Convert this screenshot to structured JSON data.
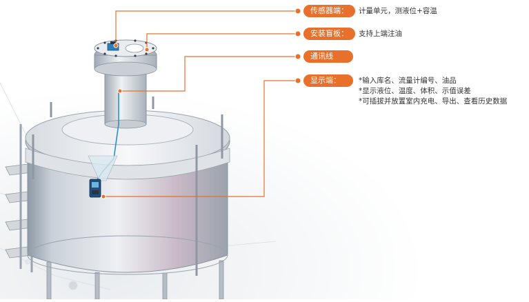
{
  "accent_color": "#e8702a",
  "callouts": [
    {
      "label": "传感器端：",
      "desc_lines": [
        "计量单元，测液位+容温"
      ]
    },
    {
      "label": "安装盲板：",
      "desc_lines": [
        "支持上端注油"
      ]
    },
    {
      "label": "通讯线",
      "desc_lines": []
    },
    {
      "label": "显示端：",
      "desc_lines": [
        "*输入库名、流量计编号、油品",
        "*显示液位、温度、体积、示值误差",
        "*可插拔并放置室内充电、导出、查看历史数据"
      ]
    }
  ]
}
